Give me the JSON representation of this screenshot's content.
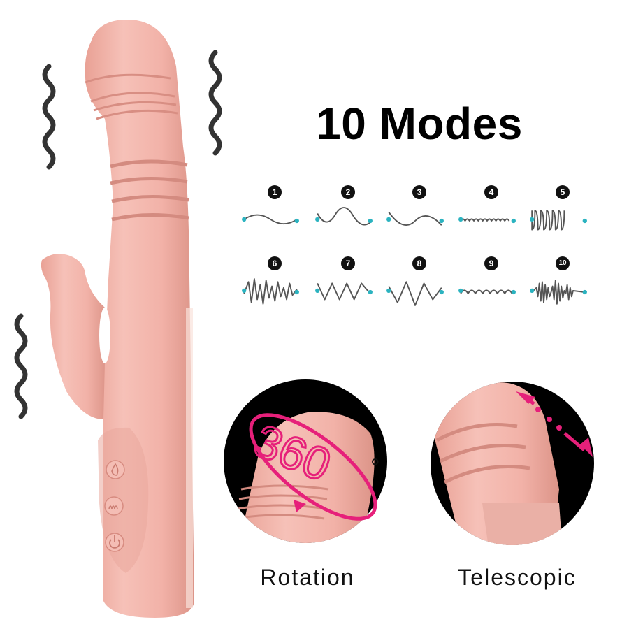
{
  "title": "10 Modes",
  "modes": [
    {
      "number": "1",
      "pattern": "gentle-wave-icon"
    },
    {
      "number": "2",
      "pattern": "deep-wave-icon"
    },
    {
      "number": "3",
      "pattern": "slow-wave-icon"
    },
    {
      "number": "4",
      "pattern": "fine-ripple-icon"
    },
    {
      "number": "5",
      "pattern": "dense-spring-icon"
    },
    {
      "number": "6",
      "pattern": "spike-burst-icon"
    },
    {
      "number": "7",
      "pattern": "zigzag-icon"
    },
    {
      "number": "8",
      "pattern": "sharp-zigzag-icon"
    },
    {
      "number": "9",
      "pattern": "soft-ripple-icon"
    },
    {
      "number": "10",
      "pattern": "pulse-burst-icon"
    }
  ],
  "features": {
    "rotation": {
      "label": "Rotation",
      "badge": "360",
      "degree": "°"
    },
    "telescopic": {
      "label": "Telescopic"
    }
  },
  "colors": {
    "product_pink": "#f2b2a8",
    "product_shadow": "#e39a8f",
    "accent_magenta": "#e6207a",
    "wave_gray": "#555555",
    "wave_dot": "#2bb3c0",
    "vibration_mark": "#333333"
  }
}
